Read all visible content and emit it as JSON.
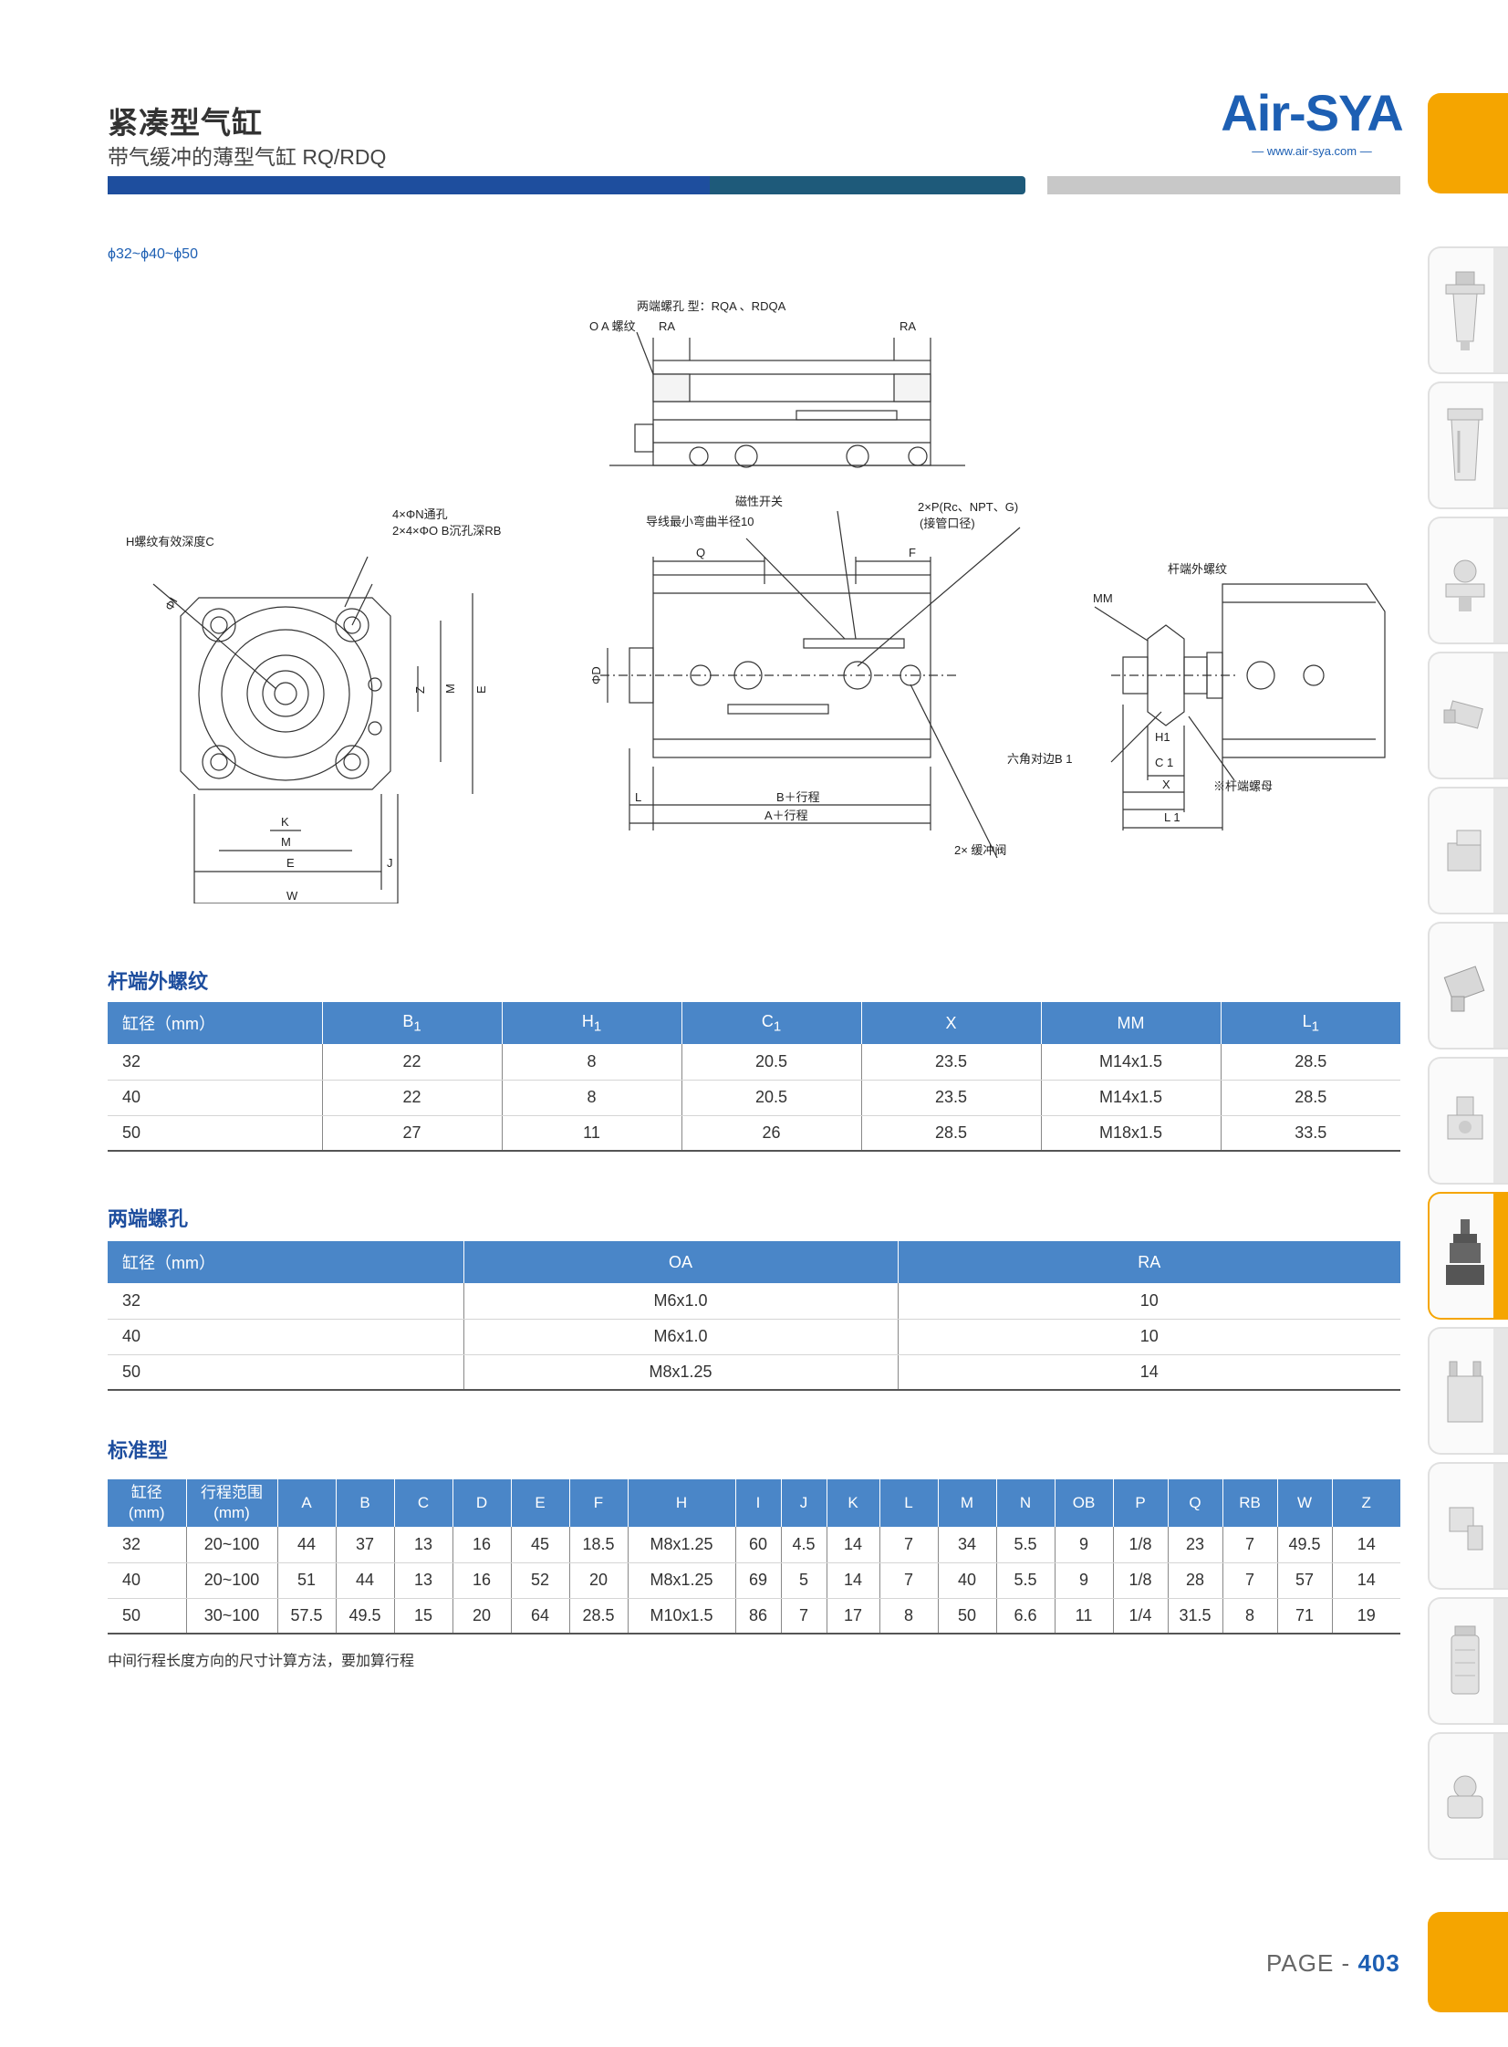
{
  "header": {
    "title": "紧凑型气缸",
    "subtitle": "带气缓冲的薄型气缸 RQ/RDQ",
    "brand": "Air-SYA",
    "url": "— www.air-sya.com —"
  },
  "colors": {
    "brand_blue": "#1e4e9e",
    "table_header": "#4a86c8",
    "accent_orange": "#f5a500"
  },
  "series_label": "ϕ32~ϕ40~ϕ50",
  "drawing_labels": {
    "top_view_title": "两端螺孔 型：RQA 、RDQA",
    "oa_thread": "O A 螺纹",
    "ra": "RA",
    "through_hole": "4×ΦN通孔",
    "counterbore": "2×4×ΦO B沉孔深RB",
    "h_thread": "H螺纹有效深度C",
    "phi_i": "ΦI",
    "z": "Z",
    "m": "M",
    "e": "E",
    "k": "K",
    "j": "J",
    "w": "W",
    "magnetic_switch": "磁性开关",
    "bend_radius": "导线最小弯曲半径10",
    "port": "2×P(Rc、NPT、G)",
    "port_sub": "(接管口径)",
    "q": "Q",
    "f": "F",
    "phi_d": "ΦD",
    "l": "L",
    "b_stroke": "B＋行程",
    "a_stroke": "A＋行程",
    "cushion_valve": "2× 缓冲阀",
    "rod_thread_title": "杆端外螺纹",
    "mm": "MM",
    "hex_b1": "六角对边B 1",
    "h1": "H1",
    "c1": "C 1",
    "x": "X",
    "l1": "L 1",
    "rod_nut": "※杆端螺母"
  },
  "rod_thread": {
    "title": "杆端外螺纹",
    "headers": [
      "缸径（mm）",
      "B",
      "H",
      "C",
      "X",
      "MM",
      "L"
    ],
    "subscripts": [
      "",
      "1",
      "1",
      "1",
      "",
      "",
      "1"
    ],
    "rows": [
      [
        "32",
        "22",
        "8",
        "20.5",
        "23.5",
        "M14x1.5",
        "28.5"
      ],
      [
        "40",
        "22",
        "8",
        "20.5",
        "23.5",
        "M14x1.5",
        "28.5"
      ],
      [
        "50",
        "27",
        "11",
        "26",
        "28.5",
        "M18x1.5",
        "33.5"
      ]
    ]
  },
  "end_holes": {
    "title": "两端螺孔",
    "headers": [
      "缸径（mm）",
      "OA",
      "RA"
    ],
    "rows": [
      [
        "32",
        "M6x1.0",
        "10"
      ],
      [
        "40",
        "M6x1.0",
        "10"
      ],
      [
        "50",
        "M8x1.25",
        "14"
      ]
    ]
  },
  "standard": {
    "title": "标准型",
    "headers": [
      "缸径\n(mm)",
      "行程范围\n(mm)",
      "A",
      "B",
      "C",
      "D",
      "E",
      "F",
      "H",
      "I",
      "J",
      "K",
      "L",
      "M",
      "N",
      "OB",
      "P",
      "Q",
      "RB",
      "W",
      "Z"
    ],
    "rows": [
      [
        "32",
        "20~100",
        "44",
        "37",
        "13",
        "16",
        "45",
        "18.5",
        "M8x1.25",
        "60",
        "4.5",
        "14",
        "7",
        "34",
        "5.5",
        "9",
        "1/8",
        "23",
        "7",
        "49.5",
        "14"
      ],
      [
        "40",
        "20~100",
        "51",
        "44",
        "13",
        "16",
        "52",
        "20",
        "M8x1.25",
        "69",
        "5",
        "14",
        "7",
        "40",
        "5.5",
        "9",
        "1/8",
        "28",
        "7",
        "57",
        "14"
      ],
      [
        "50",
        "30~100",
        "57.5",
        "49.5",
        "15",
        "20",
        "64",
        "28.5",
        "M10x1.5",
        "86",
        "7",
        "17",
        "8",
        "50",
        "6.6",
        "11",
        "1/4",
        "31.5",
        "8",
        "71",
        "19"
      ]
    ],
    "footnote": "中间行程长度方向的尺寸计算方法，要加算行程"
  },
  "page": {
    "prefix": "PAGE - ",
    "number": "403"
  },
  "side_tabs": [
    "filter-icon",
    "lubricator-icon",
    "regulator-icon",
    "valve-icon",
    "solenoid-icon",
    "manifold-icon",
    "fluid-valve-icon",
    "cylinder-icon",
    "gripper-icon",
    "fitting-icon",
    "silencer-icon",
    "accessory-icon"
  ]
}
